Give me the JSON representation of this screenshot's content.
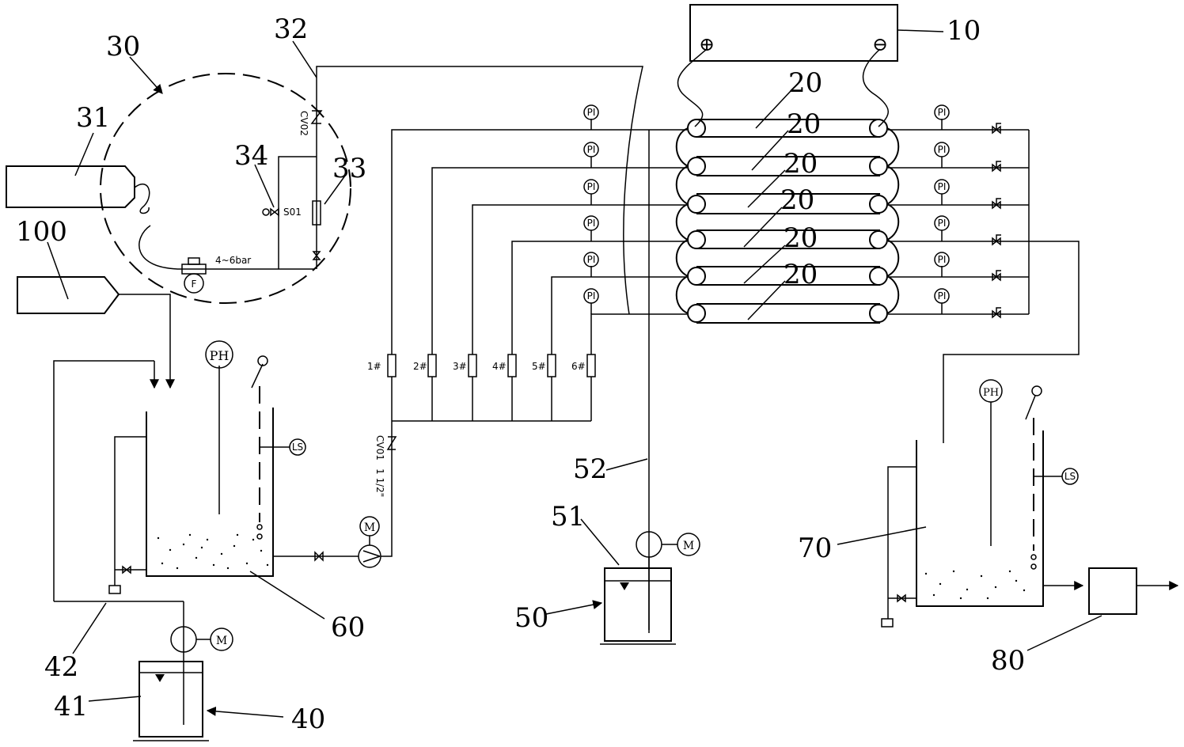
{
  "refs": {
    "r10": "10",
    "r20": "20",
    "r30": "30",
    "r31": "31",
    "r32": "32",
    "r33": "33",
    "r34": "34",
    "r40": "40",
    "r41": "41",
    "r42": "42",
    "r50": "50",
    "r51": "51",
    "r52": "52",
    "r60": "60",
    "r70": "70",
    "r80": "80",
    "r100": "100"
  },
  "terminals": {
    "plus": "⊕",
    "minus": "⊖"
  },
  "instruments": {
    "pi": "PI",
    "ph": "PH",
    "ls": "LS",
    "m": "M",
    "f": "F"
  },
  "valve_tags": {
    "cv01": "CV01",
    "cv02": "CV02",
    "s01": "S01"
  },
  "pipe_labels": {
    "pressure": "4~6bar",
    "size": "1 1/2\""
  },
  "flowmeters": [
    "1#",
    "2#",
    "3#",
    "4#",
    "5#",
    "6#"
  ]
}
